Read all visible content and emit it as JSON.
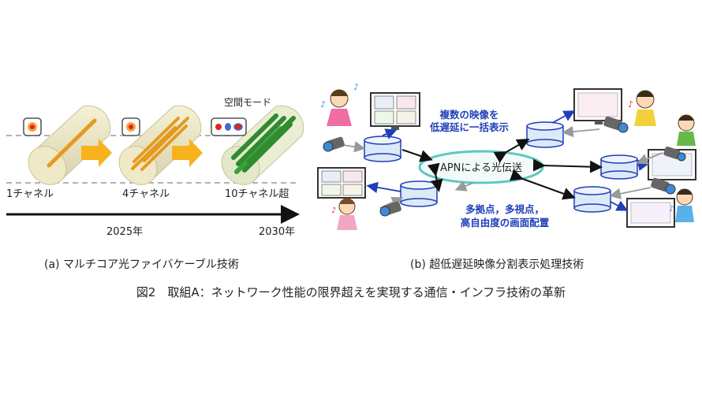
{
  "panel_a": {
    "channels": [
      "1チャネル",
      "4チャネル",
      "10チャネル超"
    ],
    "spatial_mode": "空間モード",
    "years": [
      "2025年",
      "2030年"
    ],
    "caption": "(a)  マルチコア光ファイバケーブル技術"
  },
  "panel_b": {
    "center": "APNによる光伝送",
    "note_top": [
      "複数の映像を",
      "低遅延に一括表示"
    ],
    "note_bottom": [
      "多拠点，多視点，",
      "高自由度の画面配置"
    ],
    "caption": "(b)  超低遅延映像分割表示処理技術"
  },
  "figure_title": "図2　取組A：ネットワーク性能の限界超えを実現する通信・インフラ技術の革新",
  "colors": {
    "accent_blue": "#1f3fb8",
    "fiber_core": "#e59a1f",
    "fiber_green": "#2e8b2e",
    "arrow_yellow": "#f7b21c",
    "ellipse": "#5cc9c0"
  }
}
